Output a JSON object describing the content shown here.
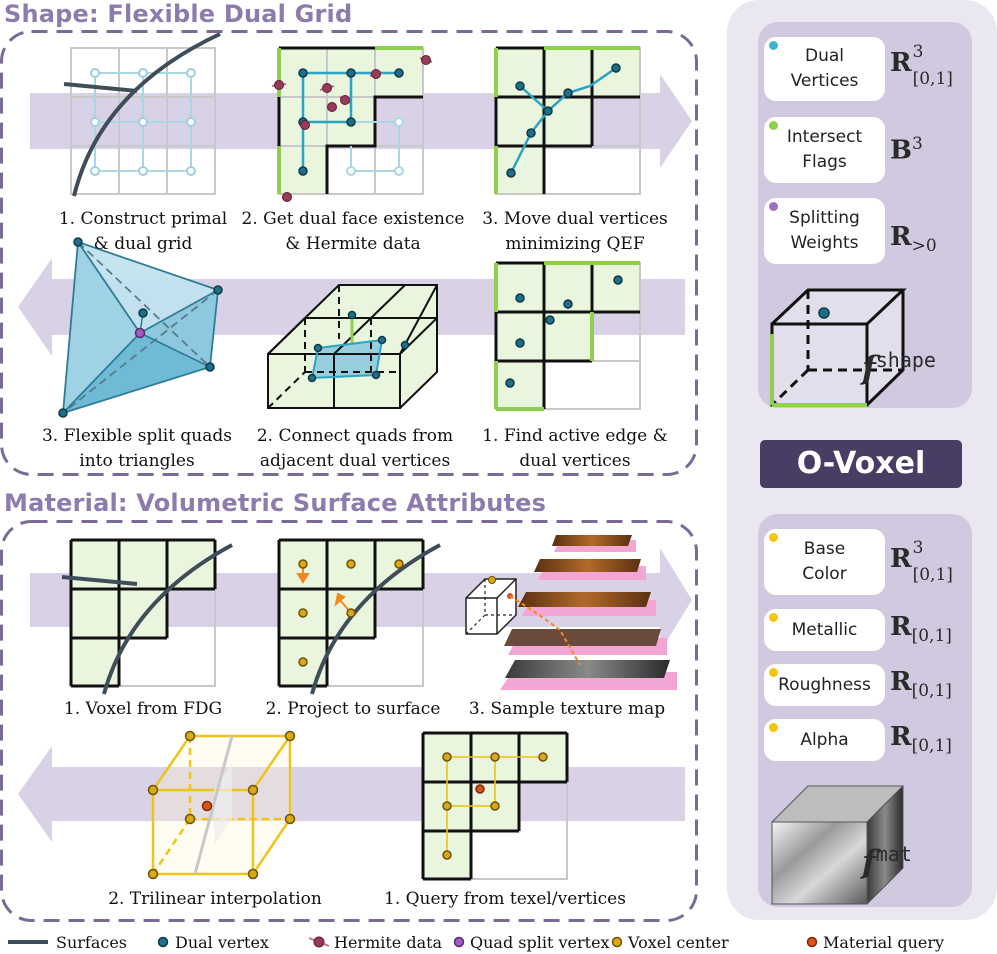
{
  "shape": {
    "title": "Shape: Flexible Dual Grid",
    "captions": [
      [
        "1. Construct primal",
        "& dual grid"
      ],
      [
        "2. Get dual face existence",
        "& Hermite data"
      ],
      [
        "3. Move dual vertices",
        "minimizing QEF"
      ],
      [
        "3. Flexible split quads",
        "into triangles"
      ],
      [
        "2. Connect quads from",
        "adjacent dual vertices"
      ],
      [
        "1. Find active edge &",
        "dual vertices"
      ]
    ]
  },
  "material": {
    "title": "Material: Volumetric Surface Attributes",
    "captions": [
      "1. Voxel from FDG",
      "2. Project to surface",
      "3. Sample texture map",
      "2. Trilinear interpolation",
      "1. Query from texel/vertices"
    ]
  },
  "oval": "O-Voxel",
  "shape_attrs": [
    {
      "lines": [
        "Dual",
        "Vertices"
      ],
      "color": "#3fb3cf",
      "symbol": "R",
      "sup": "3",
      "sub": "[0,1]"
    },
    {
      "lines": [
        "Intersect",
        "Flags"
      ],
      "color": "#8fd04c",
      "symbol": "B",
      "sup": "3",
      "sub": ""
    },
    {
      "lines": [
        "Splitting",
        "Weights"
      ],
      "color": "#a070c0",
      "symbol": "R",
      "sup": "",
      "sub": ">0"
    }
  ],
  "shape_func": {
    "f": "f",
    "sup": "shape"
  },
  "mat_attrs": [
    {
      "lines": [
        "Base",
        "Color"
      ],
      "color": "#f3c60e",
      "symbol": "R",
      "sup": "3",
      "sub": "[0,1]"
    },
    {
      "lines": [
        "Metallic"
      ],
      "color": "#f3c60e",
      "symbol": "R",
      "sup": "",
      "sub": "[0,1]"
    },
    {
      "lines": [
        "Roughness"
      ],
      "color": "#f3c60e",
      "symbol": "R",
      "sup": "",
      "sub": "[0,1]"
    },
    {
      "lines": [
        "Alpha"
      ],
      "color": "#f3c60e",
      "symbol": "R",
      "sup": "",
      "sub": "[0,1]"
    }
  ],
  "mat_func": {
    "f": "f",
    "sup": "mat"
  },
  "legend": {
    "surfaces": "Surfaces",
    "dual_vertex": "Dual vertex",
    "hermite": "Hermite data",
    "quad_split": "Quad split vertex",
    "voxel_center": "Voxel center",
    "material_query": "Material query"
  },
  "colors": {
    "purple_text": "#8d7bae",
    "arrow": "#d9d2e6",
    "cell_fill": "#e9f5dc",
    "green_edge": "#8fd04c",
    "dual_vertex": "#1f6f8b",
    "voxel_center": "#c9a21a",
    "material_query": "#e0501a",
    "oval_bg": "#4a3d63"
  }
}
